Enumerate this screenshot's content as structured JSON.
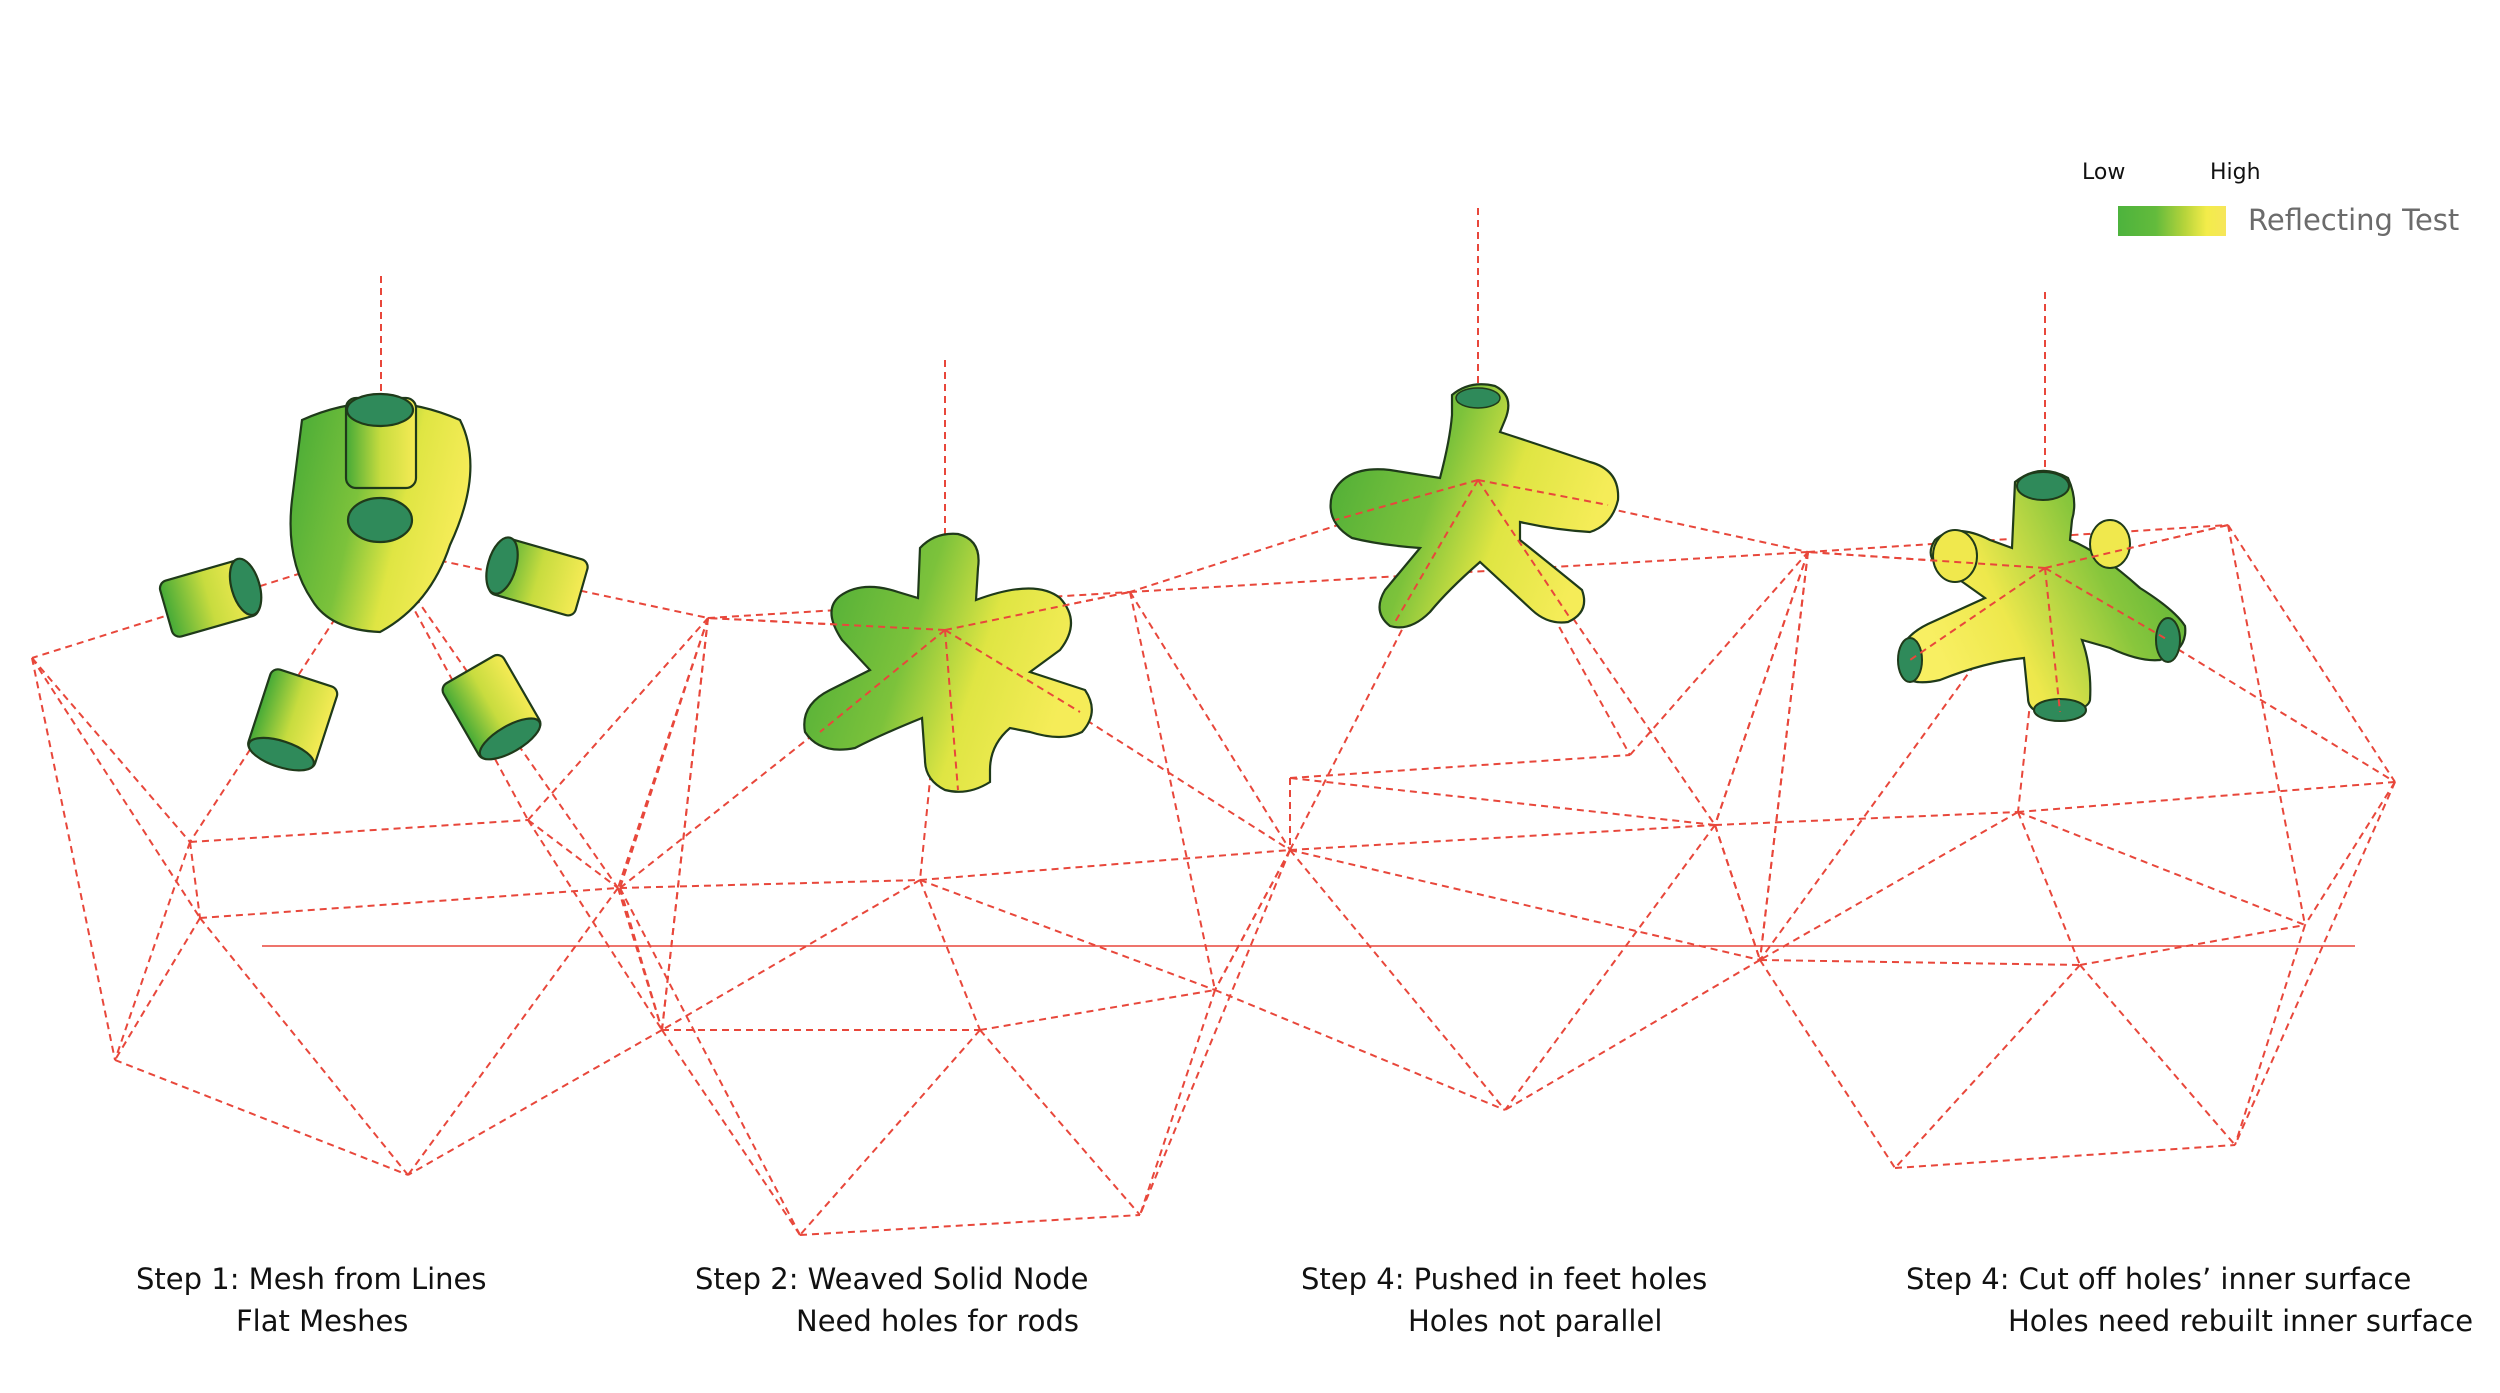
{
  "legend": {
    "low_label": "Low",
    "high_label": "High",
    "label": "Reflecting Test",
    "gradient_colors": [
      "#4db33d",
      "#b7d43b",
      "#f6e65a"
    ]
  },
  "steps": [
    {
      "title": "Step 1: Mesh from Lines",
      "note": "Flat Meshes"
    },
    {
      "title": "Step 2: Weaved Solid Node",
      "note": "Need holes for rods"
    },
    {
      "title": "Step 4: Pushed in feet holes",
      "note": "Holes not parallel"
    },
    {
      "title": "Step 4: Cut off holes’  inner surface",
      "note": "Holes need rebuilt inner surface"
    }
  ],
  "colors": {
    "wireframe": "#e8473b",
    "node_green": "#4fb23c",
    "node_yellow": "#f3ea45",
    "hole_teal": "#2f8a5a"
  }
}
